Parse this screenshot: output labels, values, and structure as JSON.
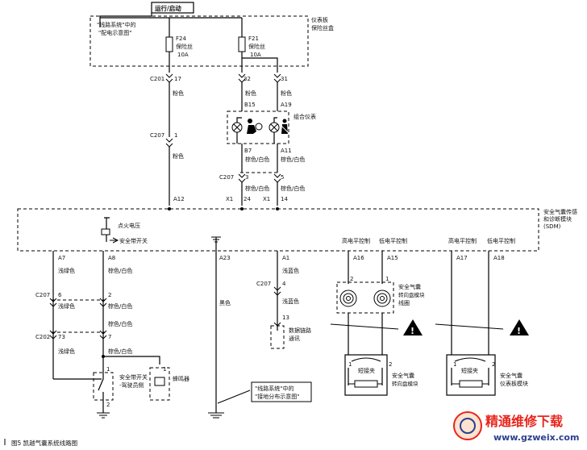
{
  "top_source": "运行/启动",
  "ipfb": {
    "title1": "仪表板",
    "title2": "保险丝盒",
    "note1": "\"线路系统\"中的",
    "note2": "\"配电示意图\"",
    "f24": "F24",
    "f24_desc": "保险丝",
    "f24_amp": "10A",
    "f21": "F21",
    "f21_desc": "保险丝",
    "f21_amp": "10A"
  },
  "connectors": {
    "c201": "C201",
    "c207a": "C207",
    "c207b": "C207",
    "c207c": "C207",
    "c207d": "C207",
    "c202": "C202"
  },
  "pins": {
    "p17": "17",
    "p32": "32",
    "p31": "31",
    "b15": "B15",
    "a19": "A19",
    "b7": "B7",
    "a11": "A11",
    "p1": "1",
    "p3": "3",
    "p5": "5",
    "a12": "A12",
    "x1a": "X1",
    "p24": "24",
    "x1b": "X1",
    "p14": "14",
    "a7": "A7",
    "a8": "A8",
    "a23": "A23",
    "a1": "A1",
    "a16": "A16",
    "a15": "A15",
    "a17": "A17",
    "a18": "A18",
    "p6": "6",
    "p2a": "2",
    "p4": "4",
    "p13": "13",
    "p73": "73",
    "p7": "7",
    "sw1": "1",
    "sw2": "2",
    "bz1": "1",
    "coil2": "2",
    "coil1": "1",
    "clk1a": "1",
    "clk2a": "2",
    "clk1b": "1",
    "clk2b": "2"
  },
  "wires": {
    "pink1": "粉色",
    "pink2": "粉色",
    "pink3": "粉色",
    "pink4": "粉色",
    "brown_white1": "棕色/白色",
    "brown_white2": "棕色/白色",
    "brown_white3": "棕色/白色",
    "brown_white4": "棕色/白色",
    "brown_white5": "棕色/白色",
    "brown_white6": "棕色/白色",
    "lightgreen1": "浅绿色",
    "lightgreen2": "浅绿色",
    "lightgreen3": "浅绿色",
    "black": "黑色",
    "lightblue1": "浅蓝色",
    "lightblue2": "浅蓝色"
  },
  "cluster": {
    "label": "组合仪表"
  },
  "sdm": {
    "title1": "安全气囊传感",
    "title2": "和诊断模块",
    "title3": "(SDM)",
    "ign": "点火电压",
    "belt_sw": "安全带开关",
    "high1": "高电平控制",
    "low1": "低电平控制",
    "high2": "高电平控制",
    "low2": "低电平控制"
  },
  "components": {
    "belt_switch1": "安全带开关",
    "belt_switch2": "-驾驶员侧",
    "buzzer": "蜂鸣器",
    "ground_note1": "\"线路系统\"中的",
    "ground_note2": "\"接地分布示意图\"",
    "data_link1": "数据链路",
    "data_link2": "通讯",
    "airbag_coil1": "安全气囊",
    "airbag_coil2": "转向盘模块",
    "airbag_coil3": "线圈",
    "short_bar1": "短接夹",
    "short_bar2": "短接夹",
    "airbag_wheel1": "安全气囊",
    "airbag_wheel2": "转向盘模块",
    "airbag_ip1": "安全气囊",
    "airbag_ip2": "仪表板模块"
  },
  "caption": "图5  凯越气囊系统线路图",
  "watermark": {
    "line1": "精通维修下载",
    "line2": "www.gzweix.com"
  }
}
